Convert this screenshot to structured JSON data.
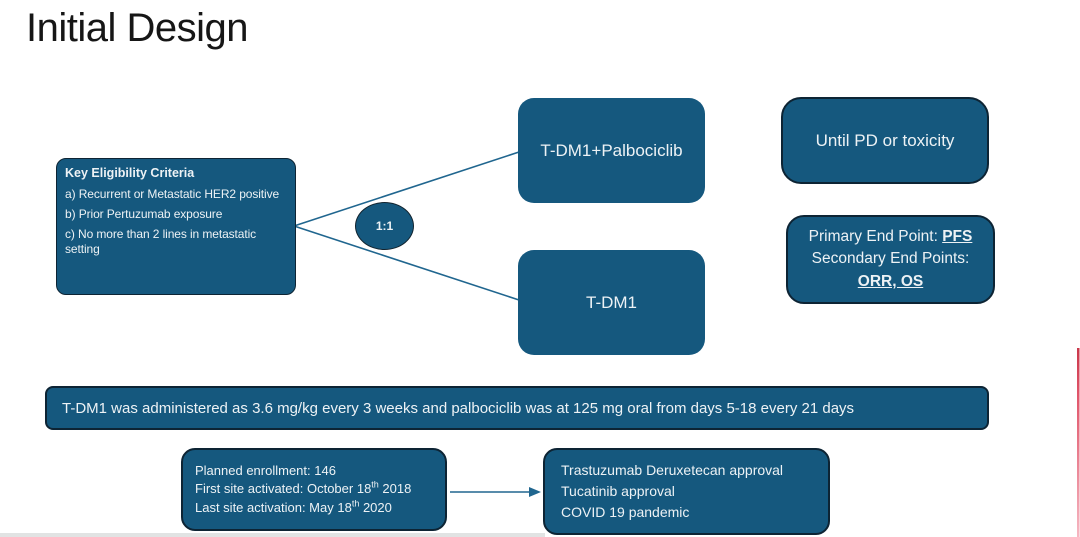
{
  "slide": {
    "title": "Initial Design"
  },
  "colors": {
    "box_fill": "#15587e",
    "box_border": "#0d2434",
    "text_light": "#edf2f5",
    "connector": "#20668f",
    "title_text": "#161616",
    "progress_red": "#d9414f"
  },
  "eligibility": {
    "heading": "Key Eligibility Criteria",
    "items": [
      "a) Recurrent or Metastatic HER2 positive",
      "b) Prior Pertuzumab exposure",
      "c) No more than 2 lines in metastatic setting"
    ]
  },
  "randomization": {
    "ratio": "1:1"
  },
  "arms": [
    {
      "label": "T-DM1+Palbociclib"
    },
    {
      "label": "T-DM1"
    }
  ],
  "duration": {
    "label": "Until PD or toxicity"
  },
  "endpoints": {
    "primary_prefix": "Primary End Point: ",
    "primary_value": "PFS",
    "secondary_label": "Secondary End Points:",
    "secondary_value": "ORR, OS"
  },
  "dosing": {
    "text": "T-DM1 was administered as 3.6 mg/kg every 3 weeks and palbociclib was at 125 mg oral from days 5-18 every 21 days"
  },
  "enrollment": {
    "line1": "Planned enrollment: 146",
    "line2_prefix": "First site activated: October 18",
    "line2_sup": "th",
    "line2_suffix": " 2018",
    "line3_prefix": "Last site activation: May 18",
    "line3_sup": "th",
    "line3_suffix": " 2020"
  },
  "milestones": {
    "lines": [
      "Trastuzumab Deruxetecan approval",
      "Tucatinib approval",
      "COVID 19 pandemic"
    ]
  }
}
